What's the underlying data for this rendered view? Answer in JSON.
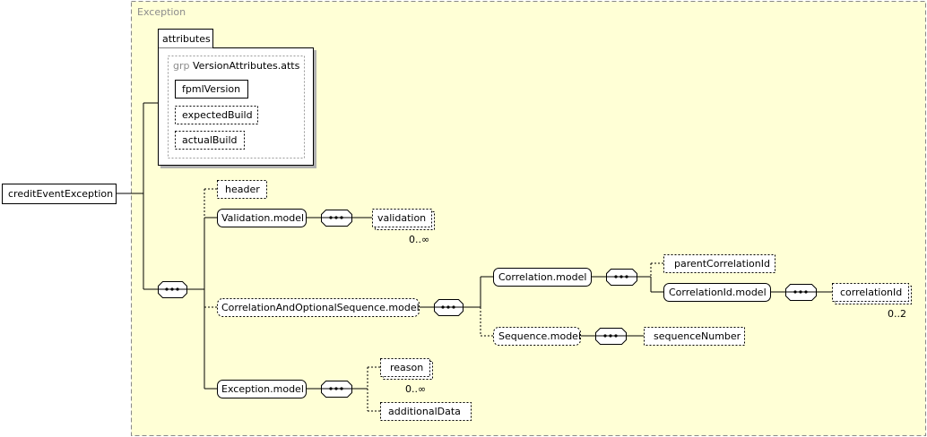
{
  "complex_type": {
    "label": "Exception"
  },
  "root_element": {
    "label": "creditEventException"
  },
  "attributes_panel": {
    "title": "attributes",
    "group_prefix": "grp",
    "group_name": "VersionAttributes.atts",
    "items": [
      "fpmlVersion",
      "expectedBuild",
      "actualBuild"
    ]
  },
  "elements": {
    "header": "header",
    "validation_model": "Validation.model",
    "validation": "validation",
    "validation_card": "0..∞",
    "correlation_seq_model": "CorrelationAndOptionalSequence.model",
    "correlation_model": "Correlation.model",
    "parent_correlation_id": "parentCorrelationId",
    "correlation_id_model": "CorrelationId.model",
    "correlation_id": "correlationId",
    "correlation_id_card": "0..2",
    "sequence_model": "Sequence.model",
    "sequence_number": "sequenceNumber",
    "exception_model": "Exception.model",
    "reason": "reason",
    "reason_card": "0..∞",
    "additional_data": "additionalData"
  },
  "colors": {
    "background": "#ffffff",
    "type_panel": "#ffffd6",
    "box_fill": "#ffffff",
    "panel_fill": "#ffffff",
    "connector_fill": "#ffffff",
    "border": "#000000",
    "shadow": "#b0b0b0",
    "muted_text": "#8c8c8c"
  }
}
